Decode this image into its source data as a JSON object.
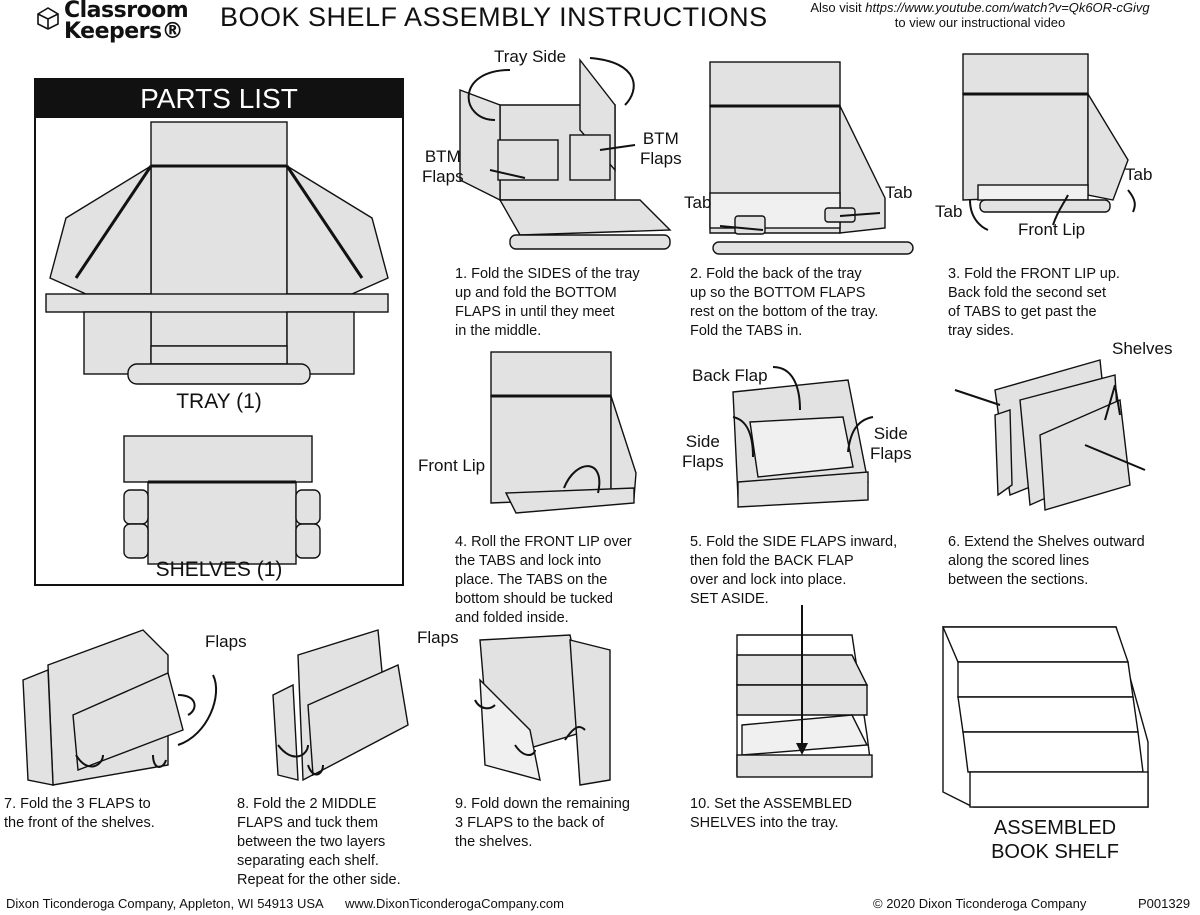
{
  "header": {
    "brand_line1": "Classroom",
    "brand_line2": "Keepers®",
    "title": "BOOK SHELF ASSEMBLY INSTRUCTIONS",
    "visit_prefix": "Also visit",
    "visit_url": "https://www.youtube.com/watch?v=Qk6OR-cGivg",
    "visit_suffix": "to view our instructional video"
  },
  "parts_list": {
    "heading": "PARTS LIST",
    "tray_caption": "TRAY (1)",
    "shelves_caption": "SHELVES (1)"
  },
  "labels": {
    "tray_side": "Tray Side",
    "btm_flaps_left": "BTM\nFlaps",
    "btm_flaps_right": "BTM\nFlaps",
    "tab_a": "Tab",
    "tab_b": "Tab",
    "tab_c": "Tab",
    "tab_d": "Tab",
    "front_lip_3": "Front Lip",
    "front_lip_4": "Front Lip",
    "back_flap": "Back Flap",
    "side_flaps_left": "Side\nFlaps",
    "side_flaps_right": "Side\nFlaps",
    "shelves": "Shelves",
    "flaps_8": "Flaps",
    "flaps_9": "Flaps"
  },
  "steps": [
    "1. Fold the SIDES of the tray\n    up and fold the BOTTOM\n    FLAPS in until they meet\n    in the middle.",
    "2. Fold the back of the tray\n    up so the BOTTOM FLAPS\n    rest on the bottom of the tray.\n    Fold the TABS in.",
    "3. Fold the FRONT LIP up.\n    Back fold the second set\n    of TABS to get past the\n    tray sides.",
    "4. Roll the FRONT LIP over\n    the TABS and lock into\n    place. The TABS on the\n    bottom should be tucked\n    and folded inside.",
    "5. Fold the SIDE FLAPS inward,\n    then fold the BACK FLAP\n    over and lock into place.\n    SET ASIDE.",
    "6. Extend the Shelves outward\n    along the scored lines\n    between the sections.",
    "7. Fold the 3 FLAPS to\n    the front of the shelves.",
    "8. Fold the 2 MIDDLE\n    FLAPS and tuck them\n    between the two layers\n    separating each shelf.\n    Repeat for the other side.",
    "9. Fold down the remaining\n    3 FLAPS to the back of\n    the shelves.",
    "10. Set the ASSEMBLED\n      SHELVES into the tray."
  ],
  "assembled_caption": "ASSEMBLED\nBOOK SHELF",
  "footer": {
    "company": "Dixon Ticonderoga Company, Appleton, WI 54913 USA",
    "website": "www.DixonTiconderogaCompany.com",
    "copyright": "© 2020 Dixon Ticonderoga Company",
    "code": "P001329"
  }
}
